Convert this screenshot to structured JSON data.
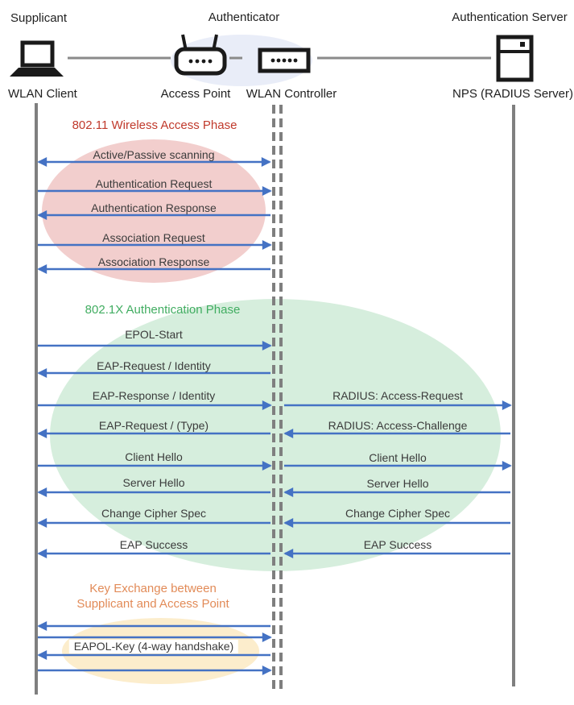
{
  "actors": {
    "supplicant": {
      "role": "Supplicant",
      "name": "WLAN Client"
    },
    "authenticator": {
      "role": "Authenticator",
      "ap_name": "Access Point",
      "controller_name": "WLAN Controller"
    },
    "server": {
      "role": "Authentication Server",
      "name": "NPS (RADIUS Server)"
    }
  },
  "icons": {
    "supplicant": "laptop-icon",
    "access_point": "wireless-router-icon",
    "controller": "switch-icon",
    "server": "server-icon"
  },
  "phases": {
    "wireless": {
      "title": "802.11 Wireless Access Phase",
      "text_color": "#C0392B",
      "fill": "#F2CECD"
    },
    "dot1x": {
      "title": "802.1X Authentication Phase",
      "text_color": "#41AD61",
      "fill": "#D6EEDD"
    },
    "key_exchange": {
      "title_line1": "Key Exchange between",
      "title_line2": "Supplicant and Access Point",
      "text_color": "#E28B58",
      "fill": "#FCEDCC"
    }
  },
  "messages": {
    "scanning": "Active/Passive scanning",
    "auth_request": "Authentication Request",
    "auth_response": "Authentication Response",
    "assoc_request": "Association Request",
    "assoc_response": "Association Response",
    "epol_start": "EPOL-Start",
    "eap_request_identity": "EAP-Request / Identity",
    "eap_response_identity": "EAP-Response / Identity",
    "radius_access_request": "RADIUS: Access-Request",
    "eap_request_type": "EAP-Request / (Type)",
    "radius_access_challenge": "RADIUS: Access-Challenge",
    "client_hello": "Client Hello",
    "server_hello": "Server Hello",
    "change_cipher_spec": "Change Cipher Spec",
    "eap_success": "EAP Success",
    "eapol_key": "EAPOL-Key (4-way handshake)"
  },
  "colors": {
    "arrow_blue": "#4472C4",
    "lifeline_gray": "#7F7F7F",
    "connector_gray": "#8A8A8A",
    "icon_black": "#1A1A1A",
    "authenticator_halo": "#E9EDF8"
  }
}
